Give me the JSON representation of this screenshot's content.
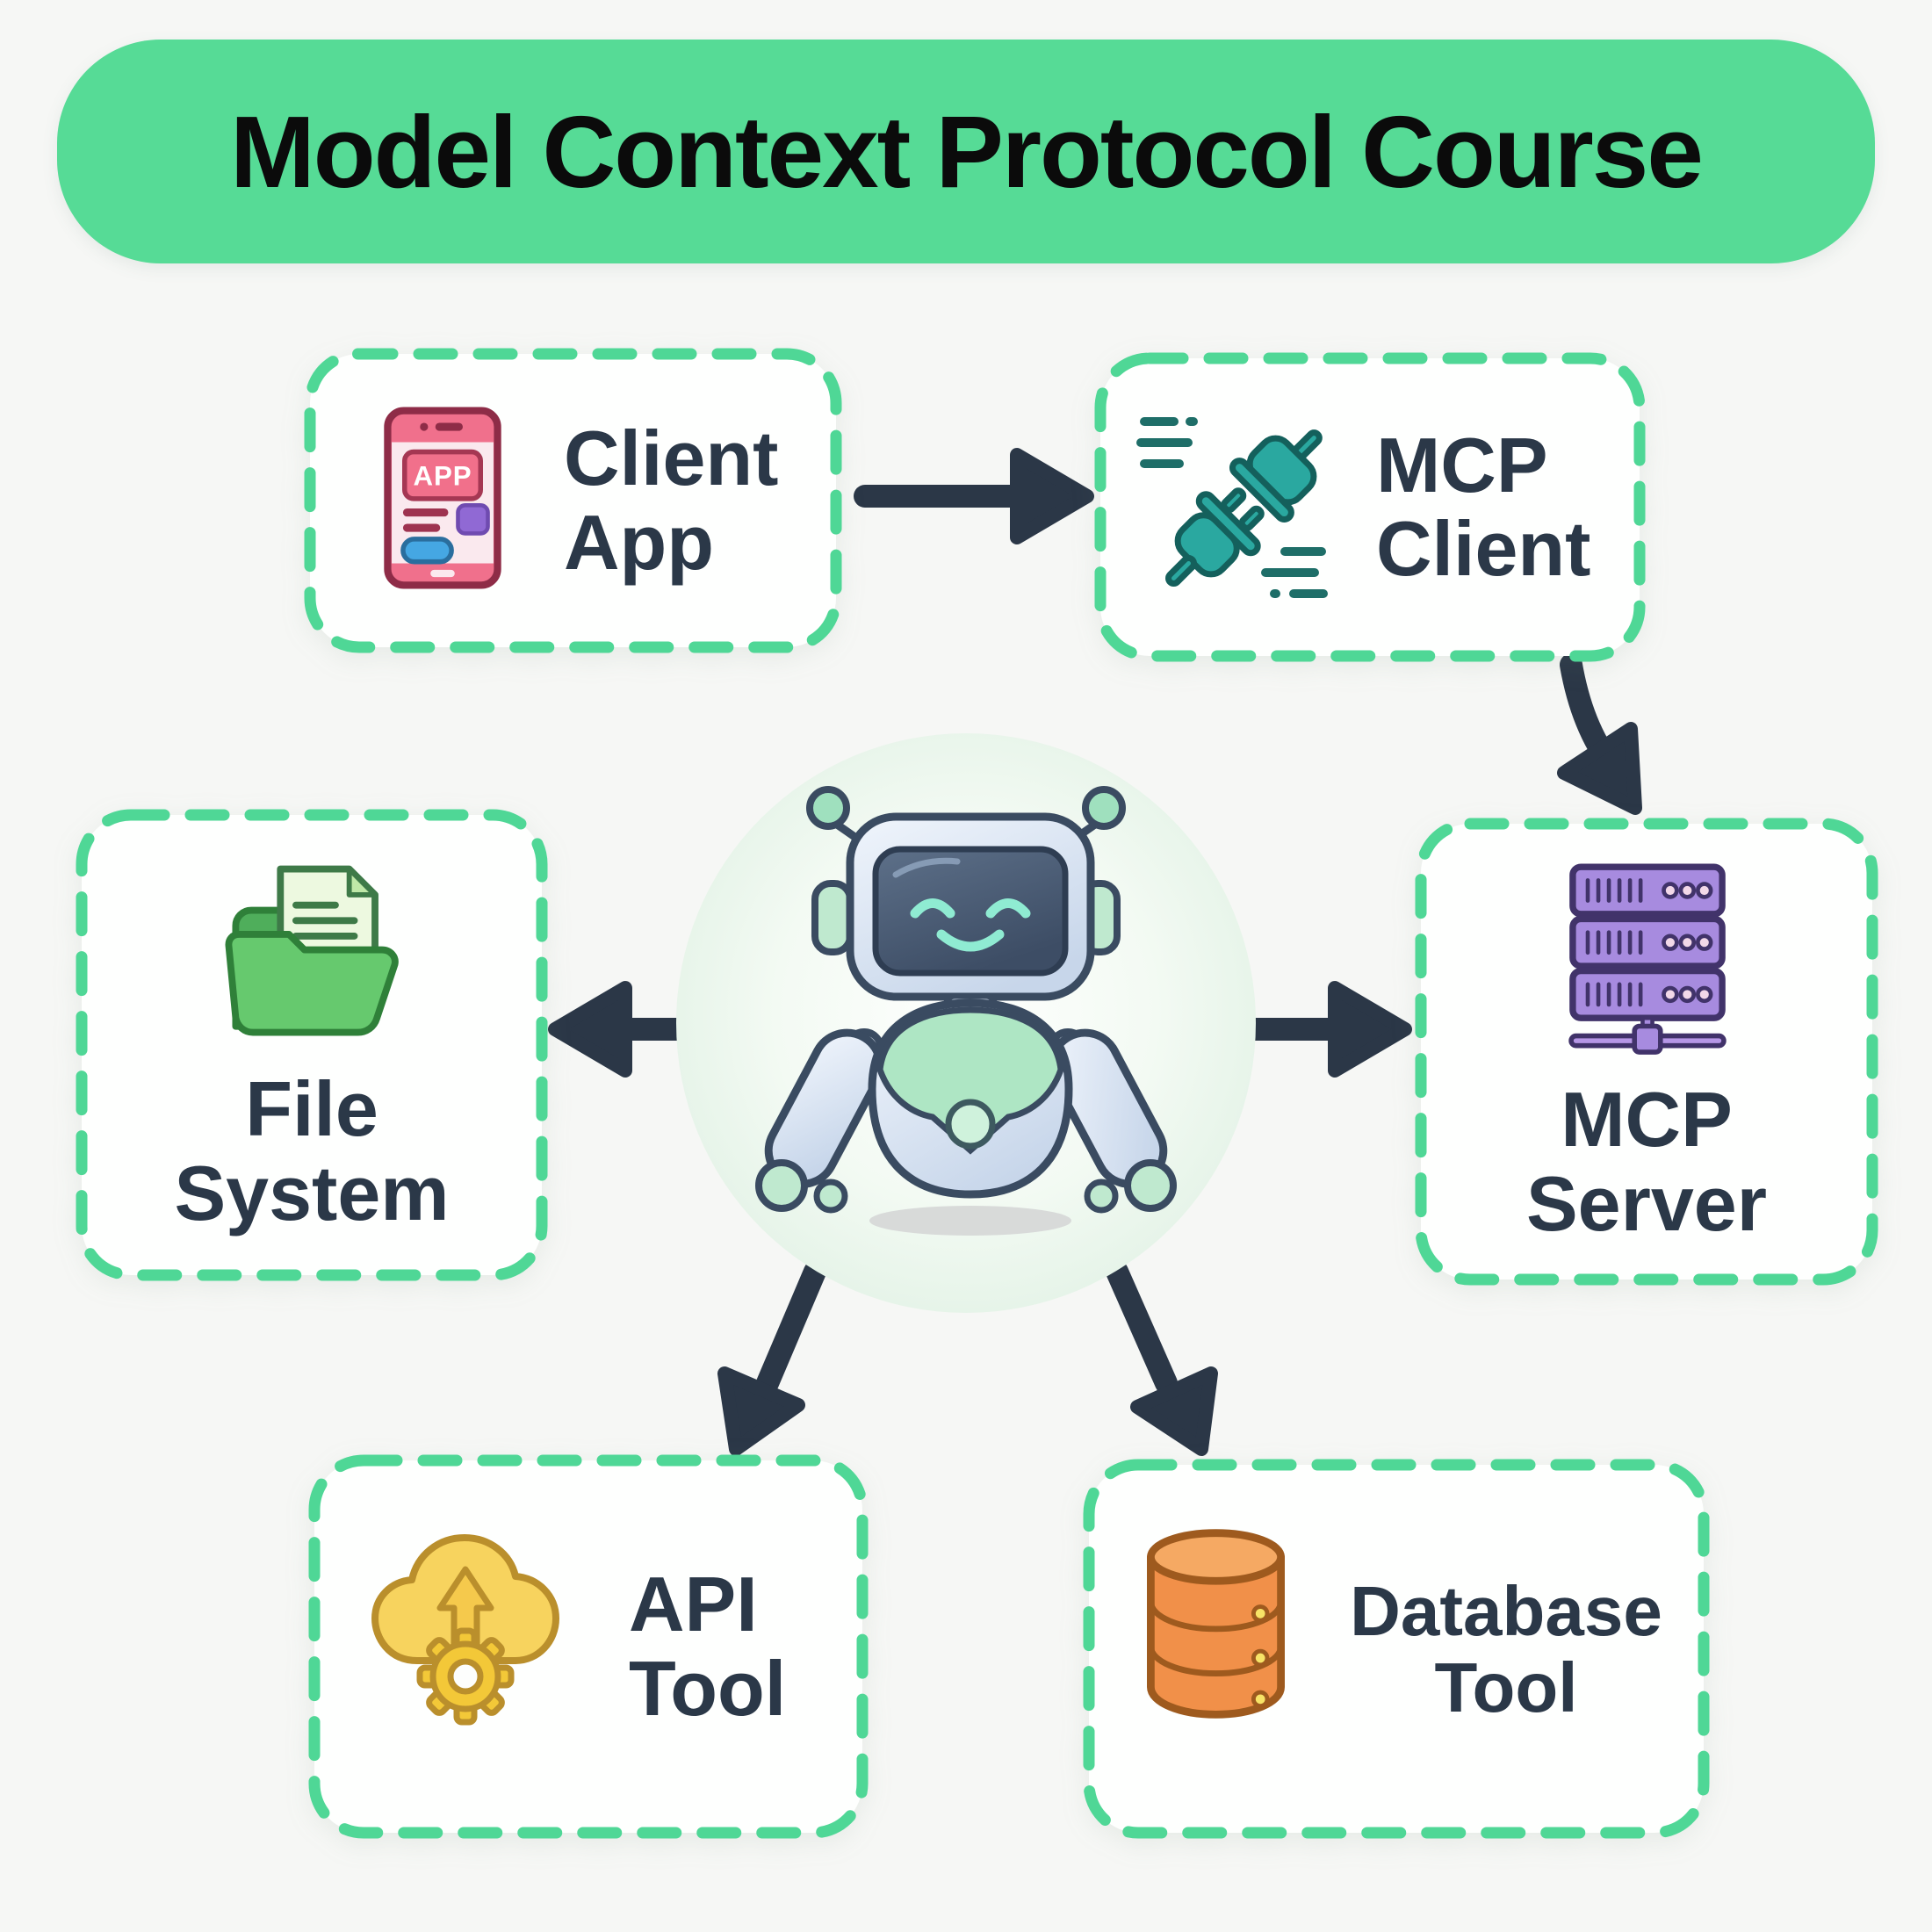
{
  "title": {
    "text": "Model Context Protocol Course"
  },
  "colors": {
    "bg": "#F6F7F5",
    "banner": "#56DB96",
    "bannerText": "#0B0B0B",
    "dash": "#4FD796",
    "boxBg": "#FEFFFE",
    "label": "#2B3848",
    "arrow": "#2B3747",
    "phonePink": "#F0708C",
    "plugTeal": "#2AA8A0",
    "folderGreen": "#66C96E",
    "serverPurple": "#A78BDF",
    "cloudYellow": "#F7D35E",
    "dbOrange": "#F19049",
    "robotMint": "#AEE6C4"
  },
  "nodes": {
    "client_app": {
      "line1": "Client",
      "line2": "App",
      "icon": "phone-app-icon"
    },
    "mcp_client": {
      "line1": "MCP",
      "line2": "Client",
      "icon": "plug-icon"
    },
    "file_system": {
      "line1": "File",
      "line2": "System",
      "icon": "folder-document-icon"
    },
    "mcp_server": {
      "line1": "MCP",
      "line2": "Server",
      "icon": "server-rack-icon"
    },
    "api_tool": {
      "line1": "API",
      "line2": "Tool",
      "icon": "cloud-gear-icon"
    },
    "database_tool": {
      "line1": "Database",
      "line2": "Tool",
      "icon": "database-icon"
    }
  },
  "phone": {
    "app_label": "APP"
  },
  "robot": {
    "name": "ai-assistant-robot"
  }
}
